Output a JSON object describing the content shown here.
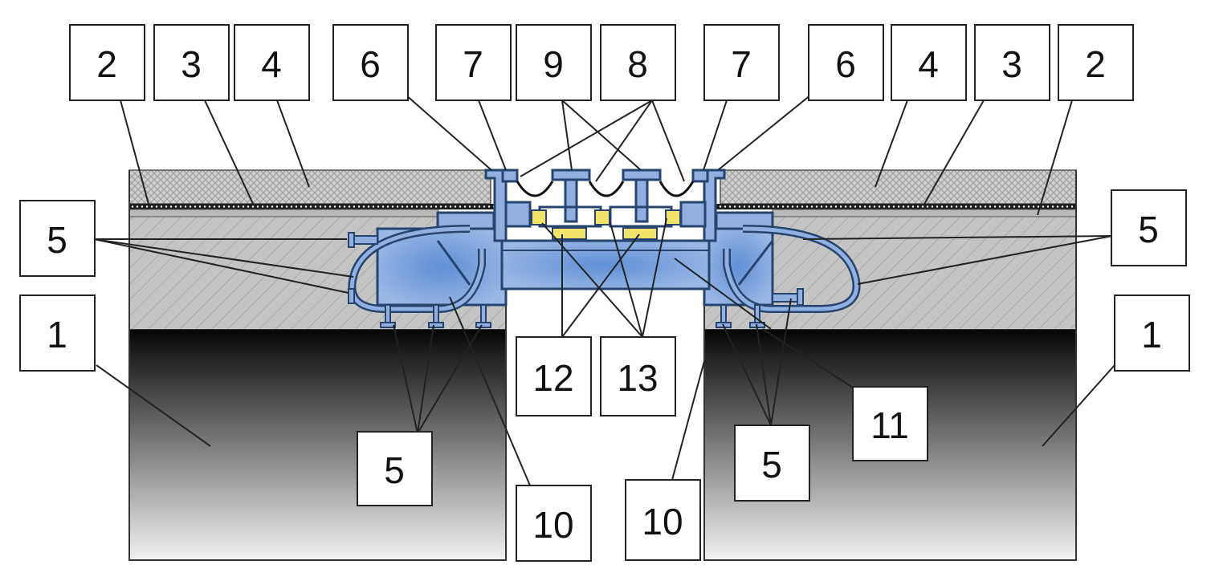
{
  "colors": {
    "foundation_top": "#050505",
    "foundation_bottom": "#f2f2f2",
    "deck": "#c4c4c4",
    "surface": "#c8c8c8",
    "membrane": "#1e1e1e",
    "steel": "#7fa6dc",
    "steel_dark": "#27446f",
    "insert": "#f2e36a"
  },
  "labels": {
    "l1": "1",
    "l2": "2",
    "l3": "3",
    "l4": "4",
    "l5": "5",
    "l6": "6",
    "l7": "7",
    "l8": "8",
    "l9": "9",
    "l10": "10",
    "l11": "11",
    "l12": "12",
    "l13": "13"
  }
}
